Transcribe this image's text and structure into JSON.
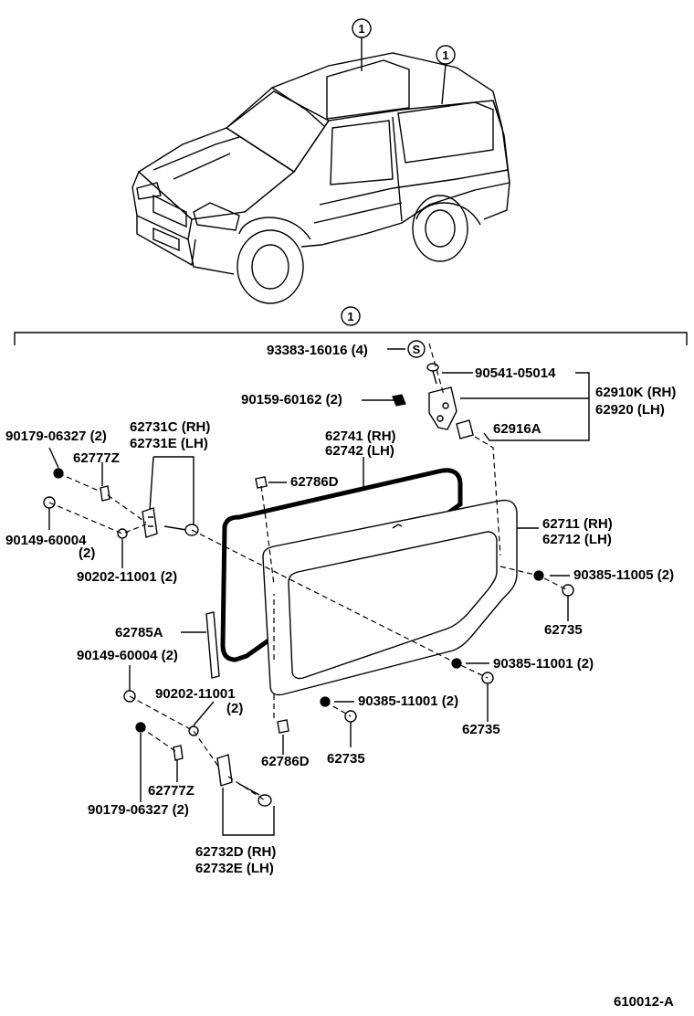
{
  "callout_top_a": "1",
  "callout_top_b": "1",
  "callout_section": "1",
  "labels": {
    "p93383": "93383-16016 (4)",
    "s_mark": "S",
    "p90541": "90541-05014",
    "p62910": "62910K (RH)",
    "p62920": "62920   (LH)",
    "p90159": "90159-60162 (2)",
    "p62916": "62916A",
    "p90179a": "90179-06327 (2)",
    "p62731c": "62731C (RH)",
    "p62731e": "62731E (LH)",
    "p62777a": "62777Z",
    "p62741": "62741 (RH)",
    "p62742": "62742 (LH)",
    "p62786a": "62786D",
    "p62711": "62711 (RH)",
    "p62712": "62712 (LH)",
    "p90149a": "90149-60004",
    "p90149a_qty": "(2)",
    "p90202a": "90202-11001 (2)",
    "p90385a": "90385-11005 (2)",
    "p62735a": "62735",
    "p62785": "62785A",
    "p90149b": "90149-60004 (2)",
    "p90385b": "90385-11001 (2)",
    "p90202b": "90202-11001",
    "p90202b_qty": "(2)",
    "p62735b": "62735",
    "p90385c": "90385-11001 (2)",
    "p62786b": "62786D",
    "p62735c": "62735",
    "p62777b": "62777Z",
    "p90179b": "90179-06327 (2)",
    "p62732d": "62732D (RH)",
    "p62732e": "62732E (LH)",
    "figure_code": "610012-A"
  }
}
